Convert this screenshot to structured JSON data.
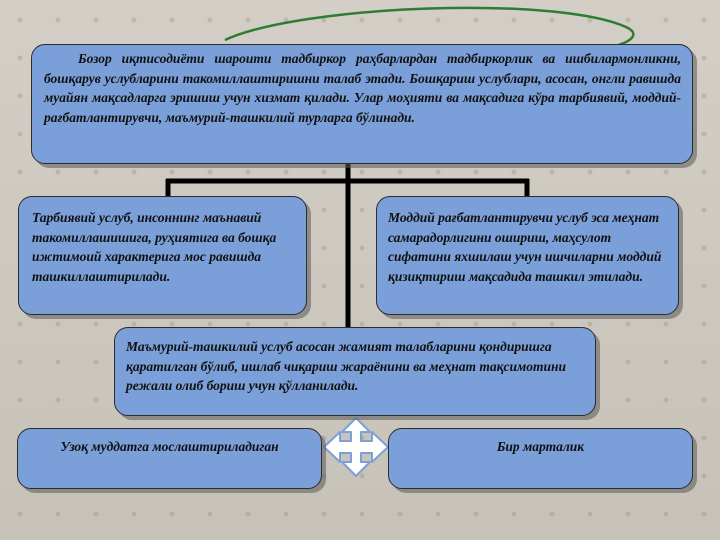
{
  "top_text": "Бозор иқтисодиёти шароити тадбиркор раҳбарлардан тадбиркорлик ва ишбилармонликни, бошқарув услубларини такомиллаштиришни талаб этади. Бошқариш услублари, асосан, онгли равишда муайян мақсадларга эришиш учун хизмат қилади. Улар моҳияти ва мақсадига кўра тарбиявий, моддий-рағбатлантирувчи, маъмурий-ташкилий турларга бўлинади.",
  "left_text": "Тарбиявий услуб, инсоннинг маънавий такомиллашишига, руҳиятига ва бошқа ижтимоий характерига мос равишда ташкиллаштирилади.",
  "right_text": "Моддий рағбатлантирувчи услуб эса меҳнат самарадорлигини ошириш, маҳсулот сифатини яхшилаш учун ишчиларни моддий қизиқтириш мақсадида ташкил этилади.",
  "mid_text": "Маъмурий-ташкилий услуб асосан жамият талабларини қондиришга қаратилган бўлиб, ишлаб чиқариш жараёнини ва меҳнат тақсимотини режали олиб бориш учун қўлланилади.",
  "bottom_left_text": "Узоқ муддатга мослаштириладиган",
  "bottom_right_text": "Бир марталик",
  "colors": {
    "box_fill": "#7b9fd8",
    "connector": "#000000",
    "arrow_fill": "#ffffff",
    "arrow_stroke": "#7b9fd8",
    "accent_curve": "#2e7d32"
  },
  "icons": {
    "split_arrow": "four-way-arrow-icon",
    "decor": "green-curve"
  }
}
